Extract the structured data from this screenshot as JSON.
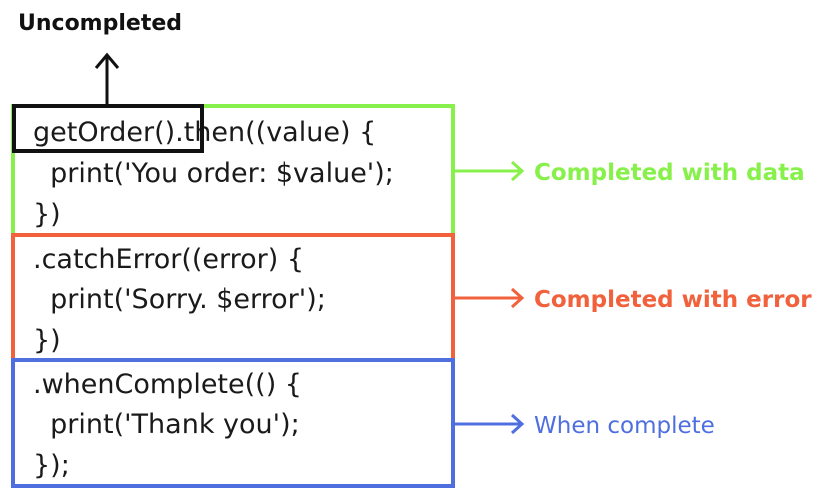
{
  "top_label": "Uncompleted",
  "blocks": [
    {
      "lines": [
        "getOrder().then((value) {",
        "  print('You order: $value');",
        "})"
      ],
      "label": "Completed with data",
      "color": "#88f04a"
    },
    {
      "lines": [
        ".catchError((error) {",
        "  print('Sorry. $error');",
        "})"
      ],
      "label": "Completed with error",
      "color": "#f0613c"
    },
    {
      "lines": [
        ".whenComplete(() {",
        "  print('Thank you');",
        "});"
      ],
      "label": "When complete",
      "color": "#4f6fe0"
    }
  ],
  "highlight_color": "#111111"
}
